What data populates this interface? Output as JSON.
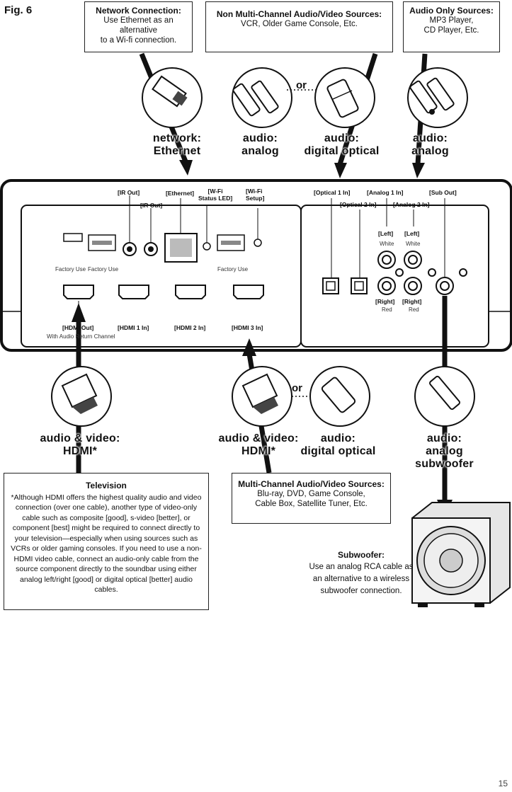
{
  "figure_label": "Fig. 6",
  "page_number": "15",
  "boxes": {
    "network": {
      "title": "Network Connection:",
      "line1": "Use Ethernet as an alternative",
      "line2": "to a Wi-fi connection."
    },
    "non_multi": {
      "title": "Non Multi-Channel Audio/Video Sources:",
      "line1": "VCR, Older Game Console, Etc."
    },
    "audio_only": {
      "title": "Audio Only Sources:",
      "line1": "MP3 Player,",
      "line2": "CD Player, Etc."
    },
    "television": {
      "title": "Television",
      "body": "*Although HDMI offers the highest quality audio and video connection (over one cable), another type of video-only cable such as composite [good], s-video [better], or component [best] might be required to connect directly to your television—especially when using sources such as VCRs or older gaming consoles. If you need to use a non-HDMI video cable, connect an audio-only cable from the source component directly to the soundbar using either analog left/right [good] or digital optical [better] audio cables."
    },
    "multi": {
      "title": "Multi-Channel Audio/Video Sources:",
      "line1": "Blu-ray, DVD, Game Console,",
      "line2": "Cable Box, Satellite Tuner, Etc."
    },
    "subwoofer": {
      "title": "Subwoofer:",
      "line1": "Use an analog RCA cable as",
      "line2": "an alternative to a wireless",
      "line3": "subwoofer connection."
    }
  },
  "cable_labels": {
    "network_l1": "network:",
    "network_l2": "Ethernet",
    "analog_top_l1": "audio:",
    "analog_top_l2": "analog",
    "optical_top_l1": "audio:",
    "optical_top_l2": "digital optical",
    "analog_right_l1": "audio:",
    "analog_right_l2": "analog",
    "hdmi_left_l1": "audio & video:",
    "hdmi_left_l2": "HDMI*",
    "hdmi_mid_l1": "audio & video:",
    "hdmi_mid_l2": "HDMI*",
    "optical_bottom_l1": "audio:",
    "optical_bottom_l2": "digital optical",
    "sub_l1": "audio:",
    "sub_l2": "analog",
    "sub_l3": "subwoofer"
  },
  "or_words": {
    "top": "or",
    "bottom": "or"
  },
  "ports": {
    "ir_out_1": "[IR Out]",
    "ir_out_2": "[IR Out]",
    "ethernet": "[Ethernet]",
    "wifi_led_l1": "[W-Fi",
    "wifi_led_l2": "Status LED]",
    "wifi_setup_l1": "[Wi-Fi",
    "wifi_setup_l2": "Setup]",
    "optical_1": "[Optical 1 In]",
    "optical_2": "[Optical 2 In]",
    "analog_1": "[Analog 1 In]",
    "analog_2": "[Analog 2 In]",
    "sub_out": "[Sub Out]",
    "left_1": "[Left]",
    "left_2": "[Left]",
    "white_1": "White",
    "white_2": "White",
    "right_1": "[Right]",
    "right_2": "[Right]",
    "red_1": "Red",
    "red_2": "Red",
    "factory_1": "Factory Use",
    "factory_2": "Factory Use",
    "factory_3": "Factory Use",
    "hdmi_out": "[HDMI Out]",
    "hdmi_out_sub": "With Audio Return Channel",
    "hdmi_1": "[HDMI 1 In]",
    "hdmi_2": "[HDMI 2 In]",
    "hdmi_3": "[HDMI 3 In]"
  }
}
